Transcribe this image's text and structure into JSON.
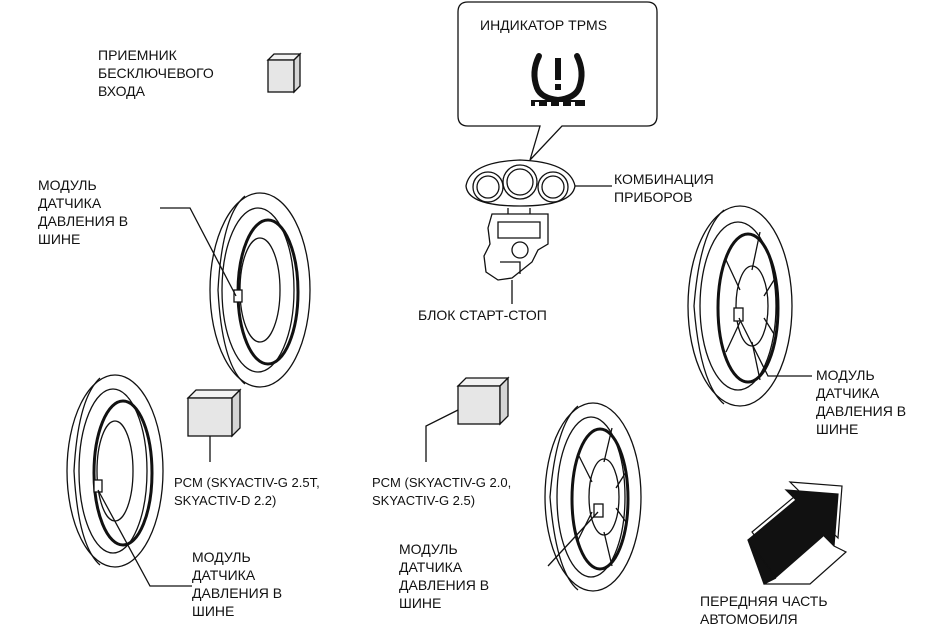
{
  "labels": {
    "tpms_indicator": "ИНДИКАТОР TPMS",
    "keyless_receiver": "ПРИЕМНИК\nБЕСКЛЮЧЕВОГО\nВХОДА",
    "instrument_cluster": "КОМБИНАЦИЯ\nПРИБОРОВ",
    "start_stop_unit": "БЛОК СТАРТ-СТОП",
    "sensor_front_left": "МОДУЛЬ\nДАТЧИКА\nДАВЛЕНИЯ В\nШИНЕ",
    "sensor_front_right": "МОДУЛЬ\nДАТЧИКА\nДАВЛЕНИЯ В\nШИНЕ",
    "sensor_rear_left": "МОДУЛЬ\nДАТЧИКА\nДАВЛЕНИЯ В\nШИНЕ",
    "sensor_rear_right": "МОДУЛЬ\nДАТЧИКА\nДАВЛЕНИЯ В\nШИНЕ",
    "pcm_left": "PCM (SKYACTIV-G 2.5T,\nSKYACTIV-D 2.2)",
    "pcm_right": "PCM (SKYACTIV-G 2.0,\nSKYACTIV-G 2.5)",
    "vehicle_front": "ПЕРЕДНЯЯ ЧАСТЬ\nАВТОМОБИЛЯ"
  },
  "icons": {
    "tpms": "tpms-warning-icon",
    "front_arrow": "arrow-icon"
  },
  "colors": {
    "line": "#111111",
    "box_fill": "#ececec",
    "arrow_fill": "#111111"
  }
}
